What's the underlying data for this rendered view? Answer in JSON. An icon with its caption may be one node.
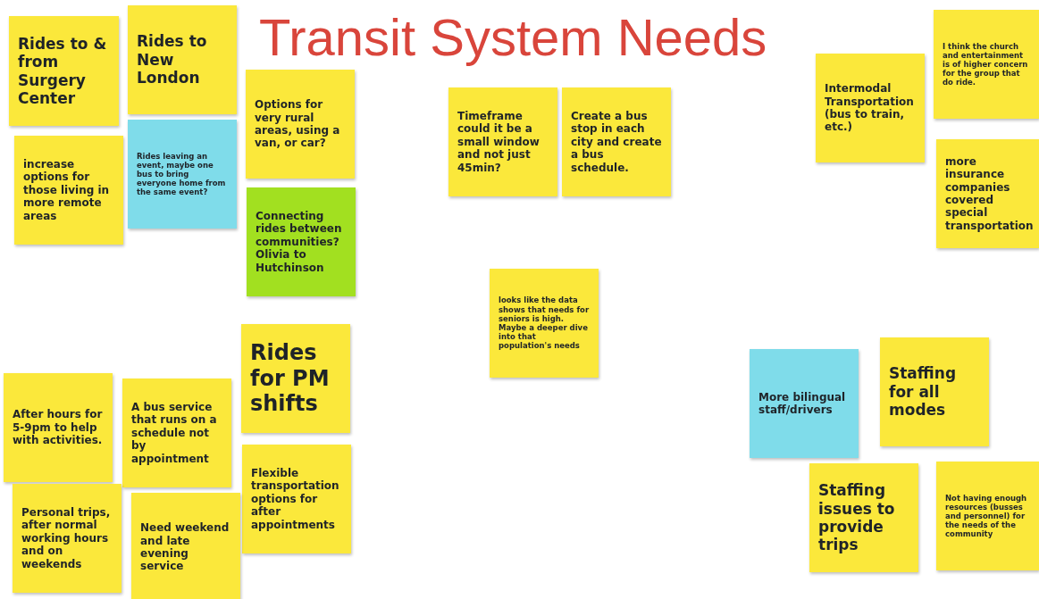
{
  "diagram": {
    "title": "Transit System Needs",
    "nodes": [
      {
        "text": [
          "Rides to & from Surgery Center"
        ]
      },
      {
        "text": [
          "Rides to New London"
        ]
      },
      {
        "text": [
          "Options for very rural areas, using a van, or car?"
        ]
      },
      {
        "text": [
          "Timeframe could it be a small window and not just 45min?"
        ]
      },
      {
        "text": [
          "Create a bus stop in each city and create a bus schedule."
        ]
      },
      {
        "text": [
          "Intermodal Transportation (bus to train, etc.)"
        ]
      },
      {
        "text": [
          "I think the church and entertainment is of higher concern for the group that do ride."
        ]
      },
      {
        "text": [
          "increase options for those living in more remote areas"
        ]
      },
      {
        "text": [
          "Rides leaving an event, maybe one bus to bring everyone home from the same event?"
        ]
      },
      {
        "text": [
          "Connecting rides between communities? Olivia to Hutchinson"
        ]
      },
      {
        "text": [
          "more insurance companies covered special transportation"
        ]
      },
      {
        "text": [
          "looks like the data shows that needs for seniors is high. Maybe a deeper dive into that population's needs"
        ]
      },
      {
        "text": [
          "Rides for PM shifts"
        ]
      },
      {
        "text": [
          "More bilingual staff/drivers"
        ]
      },
      {
        "text": [
          "Staffing for all modes"
        ]
      },
      {
        "text": [
          "After hours for 5-9pm to help with activities."
        ]
      },
      {
        "text": [
          "A bus service that runs on a schedule not by appointment"
        ]
      },
      {
        "text": [
          "Flexible transportation options for after appointments"
        ]
      },
      {
        "text": [
          "Staffing issues to provide trips"
        ]
      },
      {
        "text": [
          "Not having enough resources (busses and personnel) for the needs of the community"
        ]
      },
      {
        "text": [
          "Personal trips, after normal working hours and on weekends"
        ]
      },
      {
        "text": [
          "Need weekend and late evening service"
        ]
      }
    ]
  }
}
